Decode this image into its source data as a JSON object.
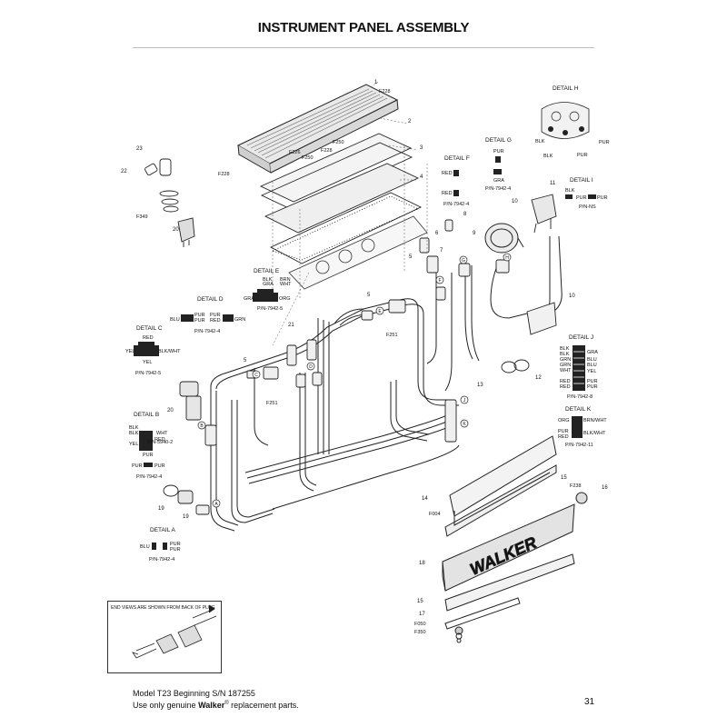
{
  "title": "INSTRUMENT PANEL ASSEMBLY",
  "part_numbers": [
    "1",
    "2",
    "3",
    "4",
    "5",
    "5",
    "5",
    "6",
    "7",
    "8",
    "9",
    "10",
    "10",
    "11",
    "12",
    "13",
    "14",
    "15",
    "15",
    "16",
    "17",
    "18",
    "19",
    "19",
    "20",
    "20",
    "21",
    "22",
    "23"
  ],
  "fastener_labels": [
    "F228",
    "F228",
    "F250",
    "F226",
    "F250",
    "F228",
    "F349",
    "F251",
    "F251",
    "F238",
    "F004",
    "F050",
    "F350"
  ],
  "details": {
    "a": {
      "title": "DETAIL A",
      "wires": [
        "BLU",
        "PUR",
        "PUR"
      ],
      "pn": "P/N-7942-4"
    },
    "b": {
      "title": "DETAIL B",
      "wires": [
        "BLK",
        "BLK",
        "YEL",
        "RED",
        "WHT",
        "PUR"
      ],
      "pn": "P/N-5940-2",
      "wires2": [
        "PUR",
        "PUR"
      ],
      "pn2": "P/N-7942-4"
    },
    "c": {
      "title": "DETAIL C",
      "wires": [
        "RED",
        "YEL",
        "BLK/WHT",
        "YEL"
      ],
      "pn": "P/N-7942-5"
    },
    "d": {
      "title": "DETAIL D",
      "wires": [
        "BLU",
        "PUR",
        "PUR",
        "PUR",
        "RED",
        "GRN"
      ],
      "pn": "P/N-7942-4"
    },
    "e": {
      "title": "DETAIL E",
      "wires": [
        "BLK",
        "GRA",
        "BRN",
        "WHT",
        "GRA",
        "ORG"
      ],
      "pn": "P/N-7942-5"
    },
    "f": {
      "title": "DETAIL F",
      "wires": [
        "RED",
        "RED"
      ],
      "pn": "P/N-7942-4"
    },
    "g": {
      "title": "DETAIL G",
      "wires": [
        "PUR",
        "GRA"
      ],
      "pn": "P/N-7942-4"
    },
    "h": {
      "title": "DETAIL H",
      "wires": [
        "BLK",
        "BLK",
        "PUR",
        "PUR"
      ]
    },
    "i": {
      "title": "DETAIL I",
      "wires": [
        "BLK",
        "PUR",
        "PUR"
      ],
      "pn": "P/N-NS"
    },
    "j": {
      "title": "DETAIL J",
      "wires": [
        "BLK",
        "BLK",
        "GRN",
        "GRN",
        "WHT",
        "RED",
        "RED",
        "GRA",
        "BLU",
        "BLU",
        "YEL",
        "PUR",
        "PUR"
      ],
      "pn": "P/N-7942-8"
    },
    "k": {
      "title": "DETAIL K",
      "wires": [
        "ORG",
        "PUR",
        "RED",
        "BRN/WHT",
        "BLK/WHT"
      ],
      "pn": "P/N-7942-11"
    }
  },
  "callout_letters": [
    "A",
    "B",
    "C",
    "D",
    "E",
    "F",
    "G",
    "H",
    "J",
    "K"
  ],
  "brand": "WALKER",
  "end_view_note": "END VIEWS ARE SHOWN FROM BACK OF PLUG",
  "footer": {
    "model": "Model T23 Beginning S/N 187255",
    "use_prefix": "Use only genuine ",
    "brand": "Walker",
    "reg": "®",
    "use_suffix": " replacement parts."
  },
  "page_number": "31"
}
